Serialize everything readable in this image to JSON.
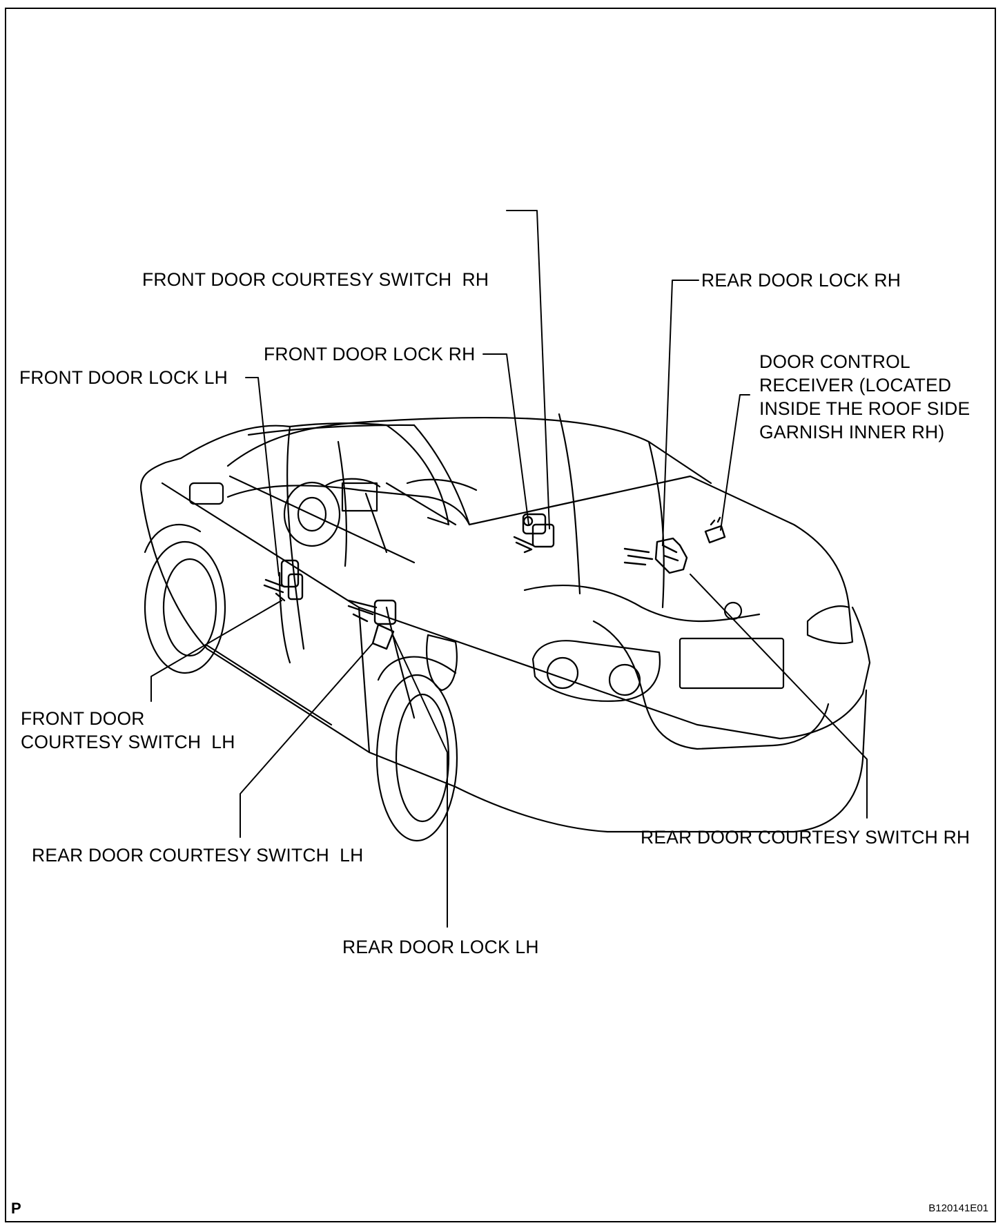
{
  "labels": {
    "front_courtesy_rh": "FRONT DOOR COURTESY SWITCH  RH",
    "rear_lock_rh": "REAR DOOR LOCK RH",
    "front_lock_rh": "FRONT DOOR LOCK RH",
    "front_lock_lh": "FRONT DOOR LOCK LH",
    "receiver_line1": "DOOR CONTROL",
    "receiver_line2": "RECEIVER (LOCATED",
    "receiver_line3": "INSIDE THE ROOF SIDE",
    "receiver_line4": "GARNISH INNER RH)",
    "front_courtesy_lh_line1": "FRONT DOOR",
    "front_courtesy_lh_line2": "COURTESY SWITCH  LH",
    "rear_courtesy_lh": "REAR DOOR COURTESY SWITCH  LH",
    "rear_courtesy_rh": "REAR DOOR COURTESY SWITCH RH",
    "rear_lock_lh": "REAR DOOR LOCK LH"
  },
  "corner_mark": "P",
  "figure_code": "B120141E01"
}
